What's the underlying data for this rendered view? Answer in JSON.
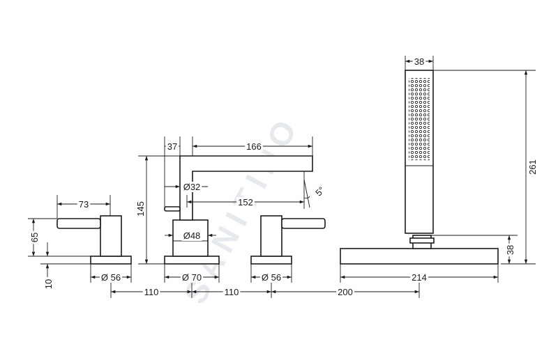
{
  "watermark": "SANITINO",
  "dimensions": {
    "d38_top": "38",
    "d261": "261",
    "d37": "37",
    "d166": "166",
    "d145": "145",
    "d32": "Ø32",
    "d5deg": "5°",
    "d152": "152",
    "d73": "73",
    "d65": "65",
    "d48": "Ø48",
    "d38_right": "38",
    "d10": "10",
    "d56_left": "Ø 56",
    "d70": "Ø 70",
    "d56_right": "Ø 56",
    "d214": "214",
    "d110_a": "110",
    "d110_b": "110",
    "d200": "200"
  }
}
